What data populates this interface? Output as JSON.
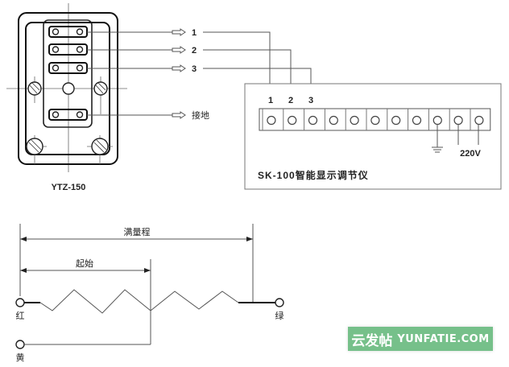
{
  "sensor": {
    "model_label": "YTZ-150",
    "outputs": [
      {
        "label": "1"
      },
      {
        "label": "2"
      },
      {
        "label": "3"
      },
      {
        "label": "接地"
      }
    ]
  },
  "controller": {
    "title": "SK-100智能显示调节仪",
    "terminal_labels": [
      "1",
      "2",
      "3"
    ],
    "terminal_count": 11,
    "power_label": "220V",
    "ground_symbol": "ground-icon"
  },
  "potentiometer": {
    "full_scale_label": "满量程",
    "start_label": "起始",
    "terminals": [
      {
        "label": "红",
        "meaning": "red"
      },
      {
        "label": "绿",
        "meaning": "green"
      },
      {
        "label": "黄",
        "meaning": "yellow"
      }
    ]
  },
  "watermark": {
    "cn": "云发帖",
    "en": "YUNFATIE.COM",
    "color": "#76c08a"
  }
}
